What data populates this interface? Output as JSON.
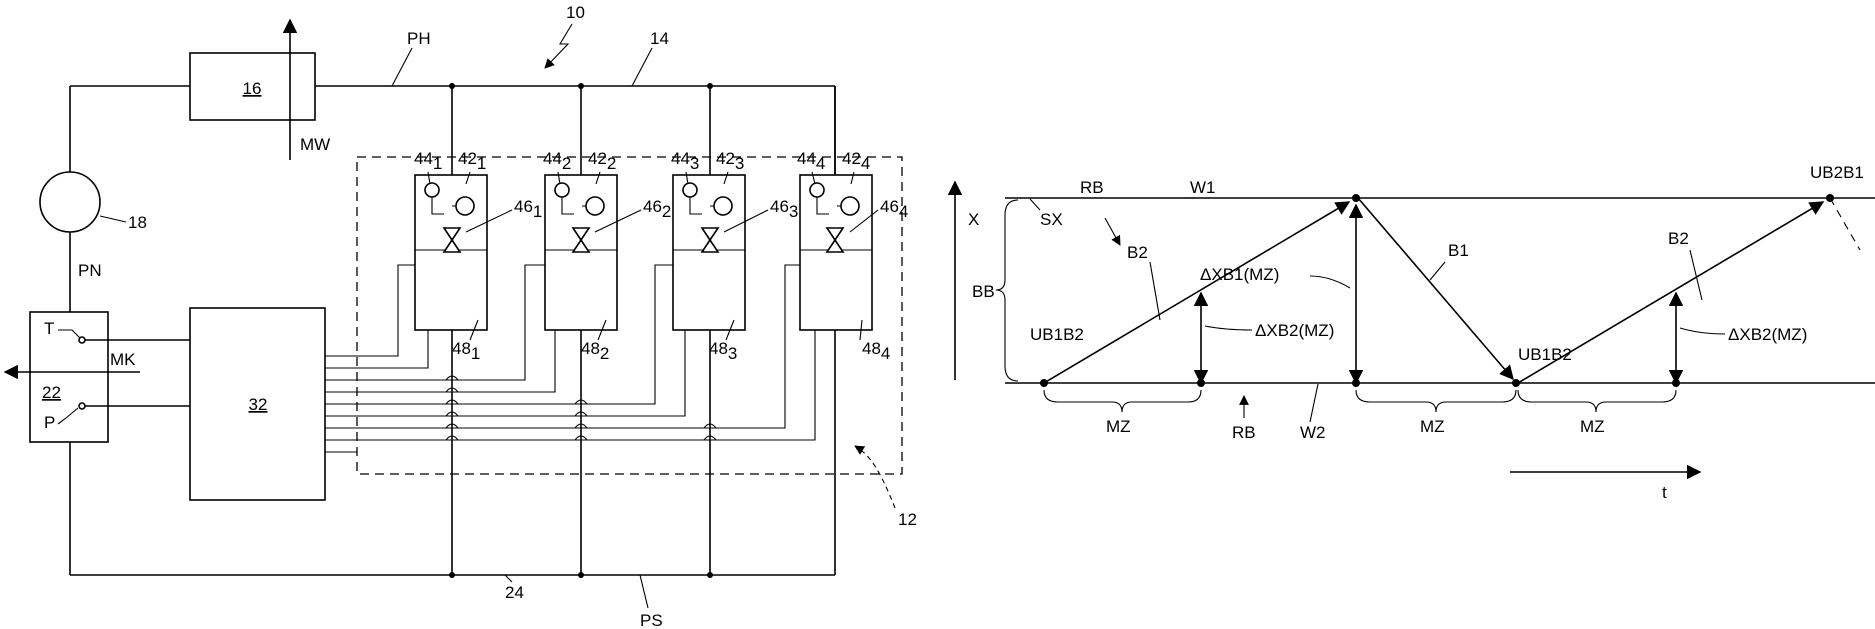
{
  "left": {
    "ref_10": "10",
    "ref_14": "14",
    "ref_PH": "PH",
    "ref_16": "16",
    "ref_MW": "MW",
    "ref_18": "18",
    "ref_PN": "PN",
    "ref_22": "22",
    "ref_T": "T",
    "ref_P": "P",
    "ref_MK": "MK",
    "ref_32": "32",
    "ref_12": "12",
    "ref_24": "24",
    "ref_PS": "PS",
    "modules": [
      {
        "r44": "44",
        "r42": "42",
        "r46": "46",
        "r48": "48",
        "sub": "1"
      },
      {
        "r44": "44",
        "r42": "42",
        "r46": "46",
        "r48": "48",
        "sub": "2"
      },
      {
        "r44": "44",
        "r42": "42",
        "r46": "46",
        "r48": "48",
        "sub": "3"
      },
      {
        "r44": "44",
        "r42": "42",
        "r46": "46",
        "r48": "48",
        "sub": "4"
      }
    ]
  },
  "right": {
    "RB_top": "RB",
    "W1": "W1",
    "UB2B1": "UB2B1",
    "X": "X",
    "SX": "SX",
    "BB": "BB",
    "B2_left": "B2",
    "UB1B2_left": "UB1B2",
    "dXB1": "ΔXB1(MZ)",
    "dXB2_left": "ΔXB2(MZ)",
    "B1": "B1",
    "UB1B2_mid": "UB1B2",
    "B2_right": "B2",
    "dXB2_right": "ΔXB2(MZ)",
    "MZ_1": "MZ",
    "RB_bottom": "RB",
    "W2": "W2",
    "MZ_2": "MZ",
    "MZ_3": "MZ",
    "t": "t"
  }
}
